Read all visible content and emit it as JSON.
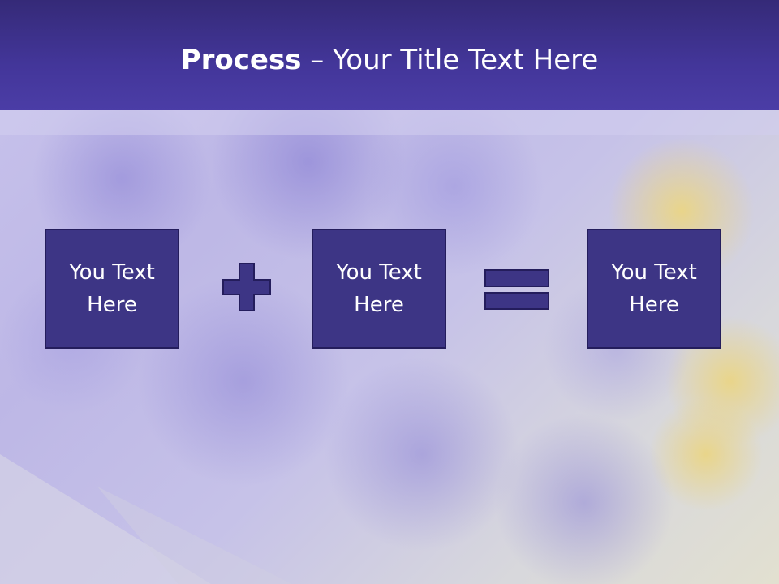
{
  "slide": {
    "title_bold": "Process",
    "title_rest": " – Your Title Text Here"
  },
  "process": {
    "boxes": [
      {
        "label": "You Text Here"
      },
      {
        "label": "You Text Here"
      },
      {
        "label": "You Text Here"
      }
    ],
    "operator_1": "plus-icon",
    "operator_2": "equals-icon"
  },
  "colors": {
    "title_bar": "#43369a",
    "box_fill": "#3d3585",
    "box_border": "#241d5c",
    "title_text": "#ffffff"
  }
}
